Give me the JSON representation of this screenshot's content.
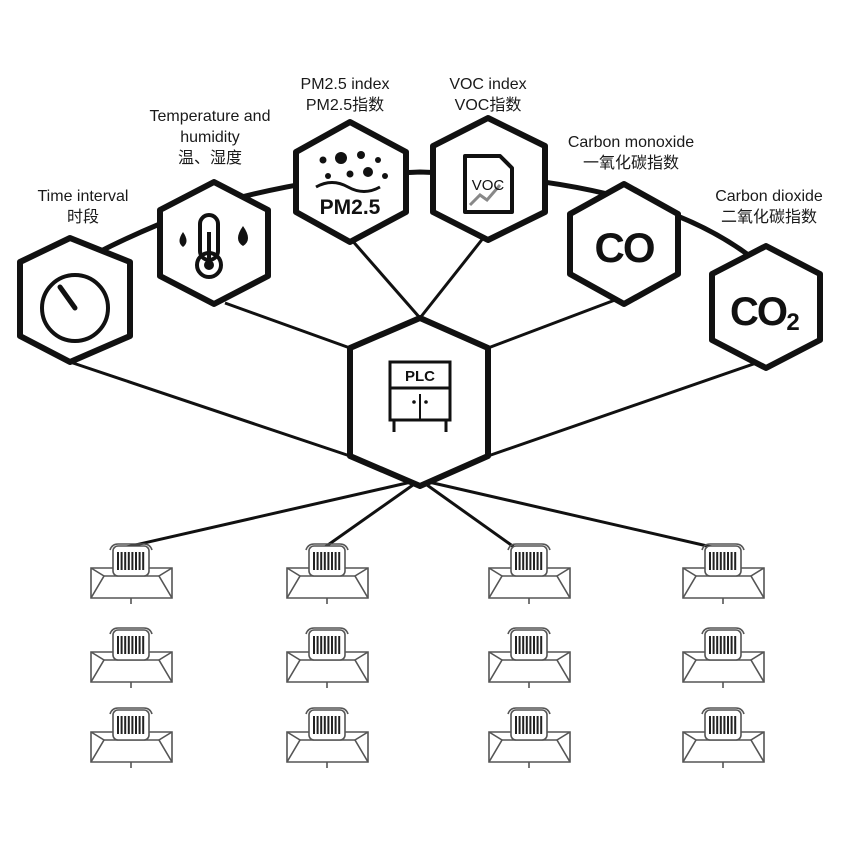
{
  "sensors": [
    {
      "id": "time",
      "en": "Time interval",
      "zh": "时段",
      "icon": "stopwatch-icon"
    },
    {
      "id": "temp",
      "en_lines": [
        "Temperature and",
        "humidity"
      ],
      "zh": "温、湿度",
      "icon": "thermometer-droplets-icon"
    },
    {
      "id": "pm25",
      "en": "PM2.5 index",
      "zh": "PM2.5指数",
      "icon": "pm25-particles-icon",
      "icon_text": "PM2.5"
    },
    {
      "id": "voc",
      "en": "VOC index",
      "zh": "VOC指数",
      "icon": "voc-document-icon",
      "icon_text": "VOC"
    },
    {
      "id": "co",
      "en": "Carbon monoxide",
      "zh": "一氧化碳指数",
      "icon": "co-icon",
      "icon_text": "CO"
    },
    {
      "id": "co2",
      "en": "Carbon dioxide",
      "zh": "二氧化碳指数",
      "icon": "co2-icon",
      "icon_text": "CO",
      "icon_sub": "2"
    }
  ],
  "controller": {
    "label": "PLC",
    "icon": "plc-cabinet-icon"
  },
  "fans": {
    "rows": 3,
    "cols": 4,
    "icon": "duct-fan-icon"
  }
}
